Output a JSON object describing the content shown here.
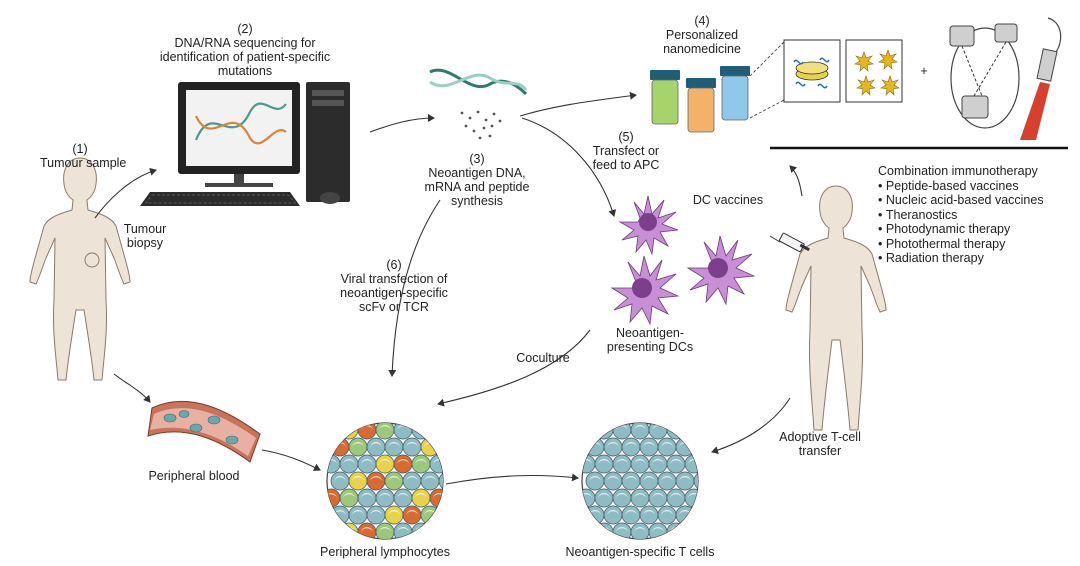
{
  "figure": {
    "labels": {
      "tumour_sample": {
        "num": "(1)",
        "text": "Tumour sample"
      },
      "sequencing": {
        "num": "(2)",
        "line1": "DNA/RNA sequencing for",
        "line2": "identification of patient-specific",
        "line3": "mutations"
      },
      "synthesis": {
        "num": "(3)",
        "line1": "Neoantigen DNA,",
        "line2": "mRNA and peptide",
        "line3": "synthesis"
      },
      "nanomedicine": {
        "num": "(4)",
        "line1": "Personalized",
        "line2": "nanomedicine"
      },
      "transfect": {
        "num": "(5)",
        "line1": "Transfect or",
        "line2": "feed to APC"
      },
      "viral": {
        "num": "(6)",
        "line1": "Viral transfection of",
        "line2": "neoantigen-specific",
        "line3": "scFv or TCR"
      },
      "tumour_biopsy": {
        "line1": "Tumour",
        "line2": "biopsy"
      },
      "dc_vaccines": "DC vaccines",
      "neo_dcs": {
        "line1": "Neoantigen-",
        "line2": "presenting DCs"
      },
      "coculture": "Coculture",
      "peripheral_blood": "Peripheral blood",
      "peripheral_lymphocytes": "Peripheral lymphocytes",
      "neo_t_cells": "Neoantigen-specific T cells",
      "adoptive": {
        "line1": "Adoptive T-cell",
        "line2": "transfer"
      },
      "plus": "+"
    },
    "combination": {
      "title": "Combination immunotherapy",
      "items": [
        "Peptide-based vaccines",
        "Nucleic acid-based vaccines",
        "Theranostics",
        "Photodynamic therapy",
        "Photothermal therapy",
        "Radiation therapy"
      ]
    },
    "colors": {
      "skin": "#ede3d6",
      "skin_stroke": "#8a7a6a",
      "dc": "#c88ed6",
      "dc_nucleus": "#7b3f8c",
      "vessel": "#c9745a",
      "cell_blue": "#8fbcc4",
      "cell_yellow": "#e8d24a",
      "cell_orange": "#d96a32",
      "cell_green": "#9dc77a",
      "vial_green": "#a6d36a",
      "vial_orange": "#f2b26a",
      "vial_blue": "#8fc8e8",
      "laser": "#d8402e",
      "monitor_screen": "#f2f2f2"
    }
  }
}
